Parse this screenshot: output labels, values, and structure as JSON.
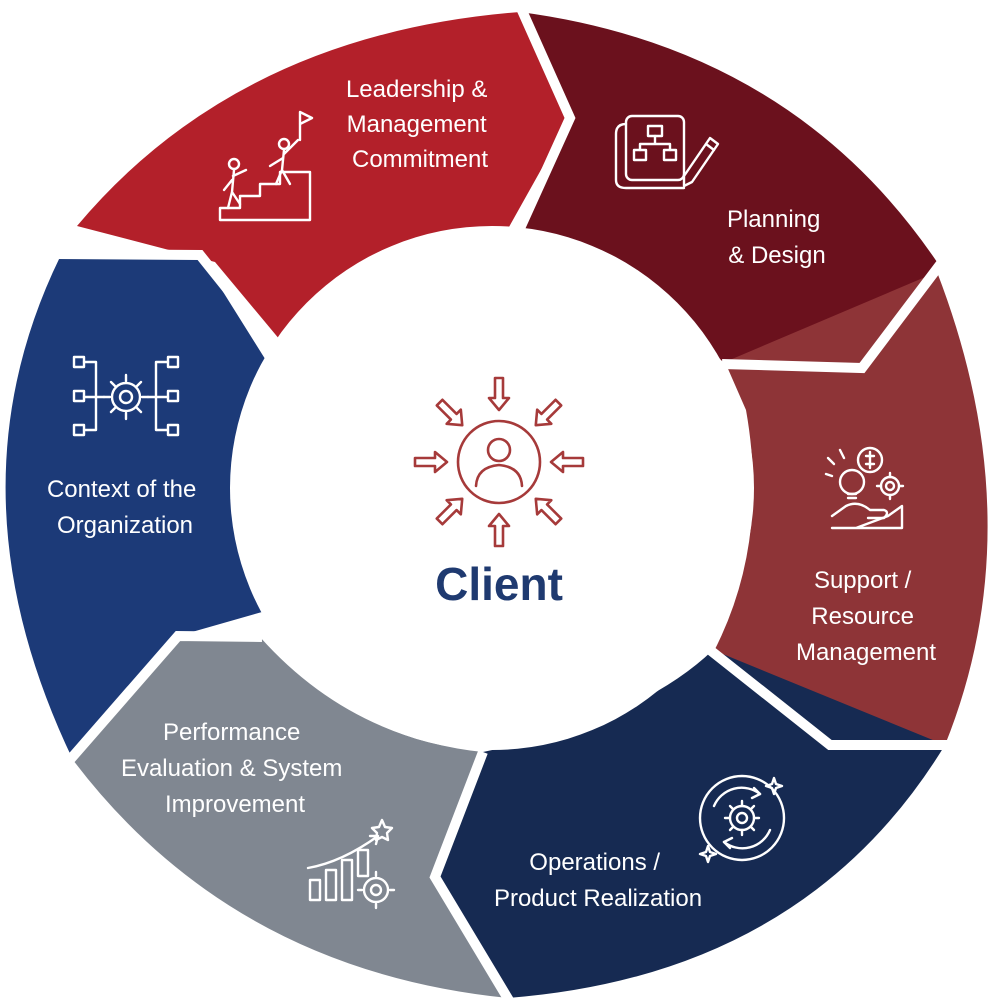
{
  "center": {
    "label": "Client",
    "label_color": "#1f3a70",
    "icon": "client-focus-icon",
    "icon_color": "#a63a3a"
  },
  "segments": [
    {
      "id": "leadership",
      "lines": [
        "Leadership &",
        "Management",
        "Commitment"
      ],
      "color": "#b3202a",
      "icon": "team-climbing-flag-icon"
    },
    {
      "id": "planning",
      "lines": [
        "Planning",
        "& Design"
      ],
      "color": "#6b111d",
      "icon": "blueprint-pencil-icon"
    },
    {
      "id": "support",
      "lines": [
        "Support /",
        "Resource",
        "Management"
      ],
      "color": "#8e3437",
      "icon": "hand-resources-icon"
    },
    {
      "id": "operations",
      "lines": [
        "Operations /",
        "Product Realization"
      ],
      "color": "#162a52",
      "icon": "gear-cycle-icon"
    },
    {
      "id": "performance",
      "lines": [
        "Performance",
        "Evaluation & System",
        "Improvement"
      ],
      "color": "#808791",
      "icon": "growth-chart-gear-icon"
    },
    {
      "id": "context",
      "lines": [
        "Context of the",
        "Organization"
      ],
      "color": "#1c3a78",
      "icon": "gear-network-icon"
    }
  ]
}
